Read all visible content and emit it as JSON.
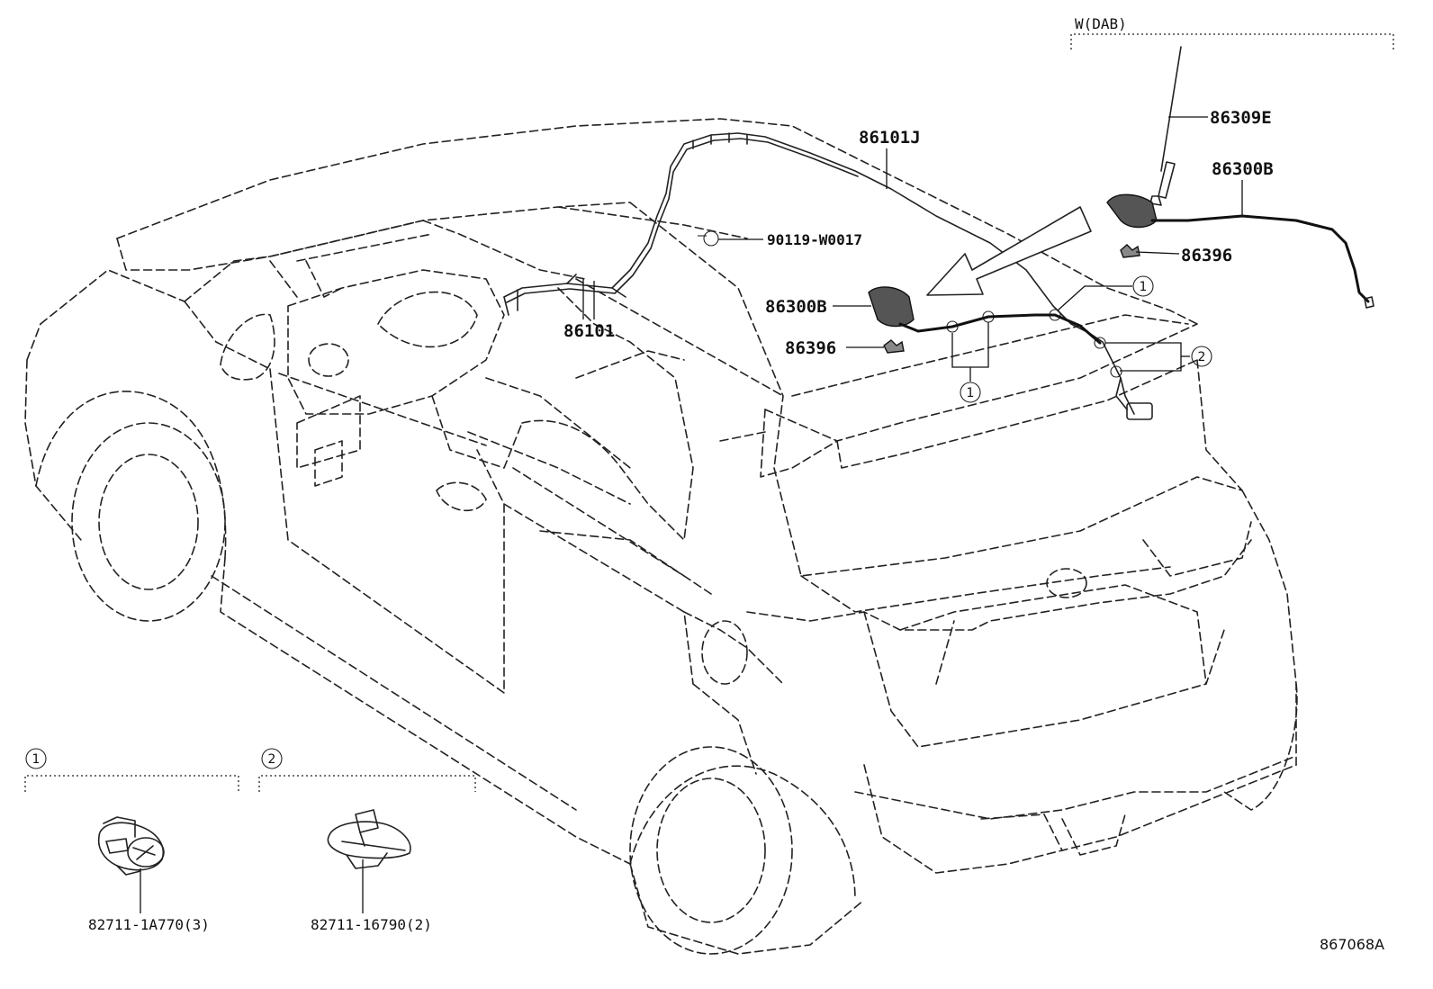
{
  "labels": {
    "variant_header": "W(DAB)",
    "antenna_rod": "86309E",
    "antenna_base_right": "86300B",
    "clip_right": "86396",
    "cord_roof": "86101J",
    "bolt": "90119-W0017",
    "cord_front": "86101",
    "antenna_base_left": "86300B",
    "clip_left": "86396",
    "clamp_1_part": "82711-1A770(3)",
    "clamp_2_part": "82711-16790(2)",
    "diagram_ref": "867068A"
  },
  "callouts": {
    "one": "1",
    "two": "2"
  },
  "colors": {
    "line": "#222222",
    "part_fill": "#555555",
    "background": "#ffffff"
  }
}
